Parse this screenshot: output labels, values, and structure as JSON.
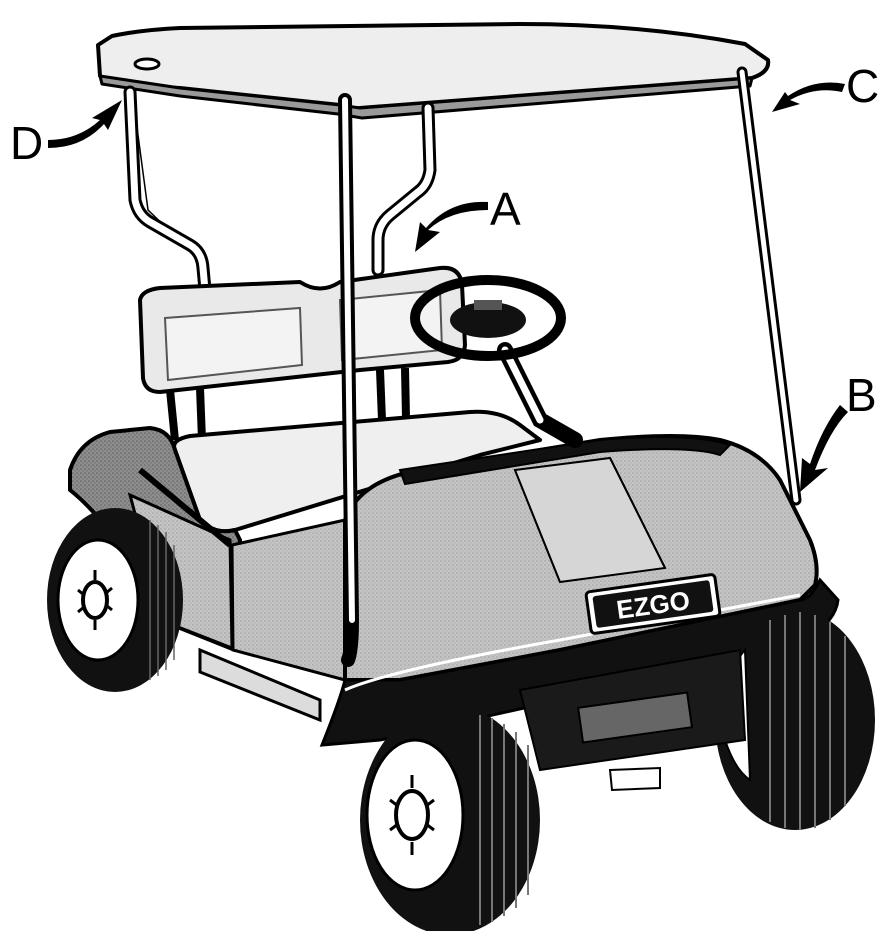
{
  "diagram": {
    "callouts": [
      {
        "id": "a",
        "label": "A"
      },
      {
        "id": "b",
        "label": "B"
      },
      {
        "id": "c",
        "label": "C"
      },
      {
        "id": "d",
        "label": "D"
      }
    ],
    "brand_logo": "EZGO"
  },
  "colors": {
    "ink": "#000000",
    "body_gray": "#b9b9b9",
    "panel_gray": "#cfcfcf",
    "light_gray": "#e6e6e6",
    "paper": "#ffffff"
  },
  "icons": [
    "golf-cart-illustration",
    "callout-arrow-icon"
  ]
}
